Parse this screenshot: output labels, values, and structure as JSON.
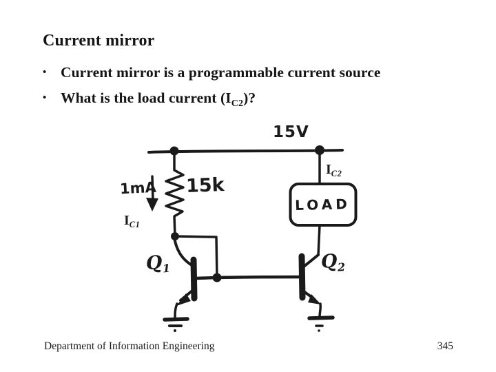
{
  "slide": {
    "title": "Current mirror",
    "bullet_char": "•",
    "bullets": [
      {
        "text": "Current mirror is a programmable current source"
      },
      {
        "pre": "What is the load current  (I",
        "sub": "C2",
        "post": ")?"
      }
    ],
    "footer": {
      "department": "Department of Information Engineering",
      "page_number": "345"
    }
  },
  "circuit": {
    "supply_label": "15V",
    "resistor_label": "15k",
    "source_current_label": "1mA",
    "ic1": {
      "base": "I",
      "sub": "C1"
    },
    "ic2": {
      "base": "I",
      "sub": "C2"
    },
    "q1": {
      "base": "Q",
      "sub": "1"
    },
    "q2": {
      "base": "Q",
      "sub": "2"
    },
    "load_label": "LOAD"
  },
  "colors": {
    "ink": "#1a1a1a",
    "background": "#ffffff"
  }
}
